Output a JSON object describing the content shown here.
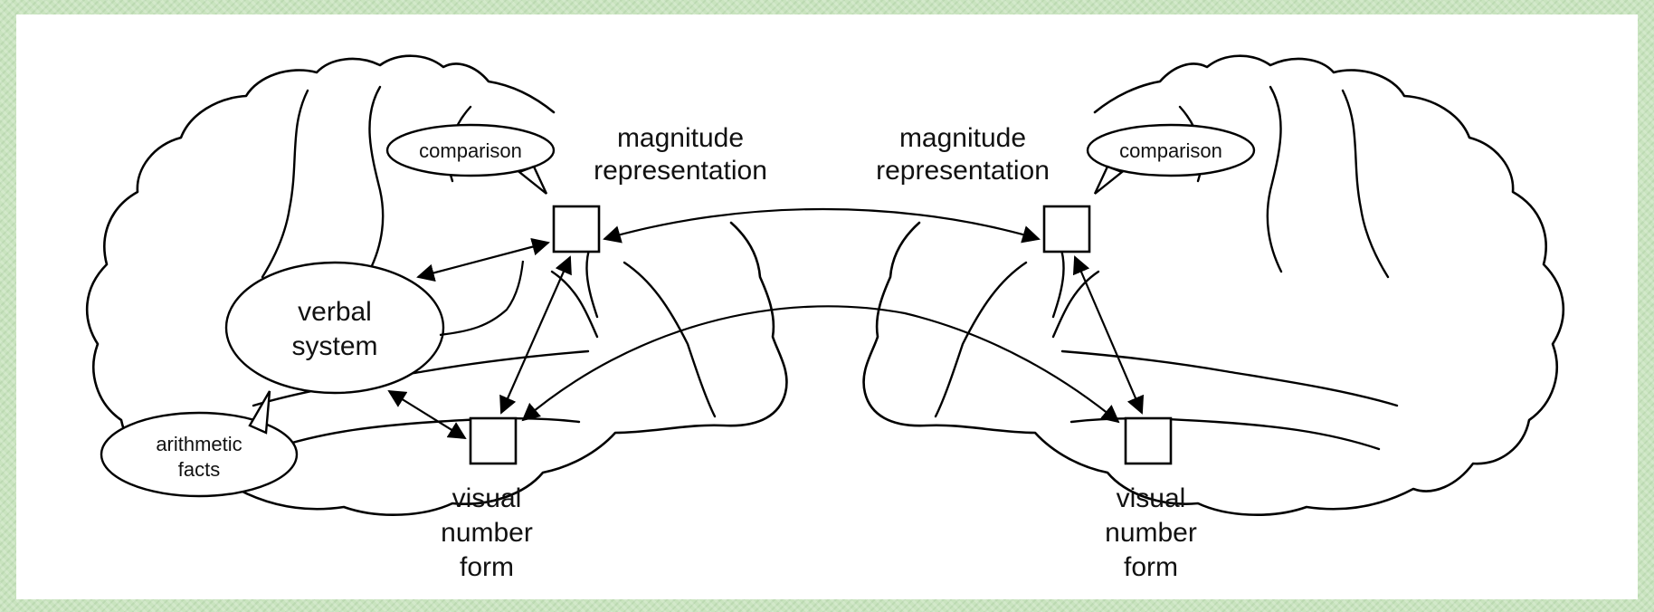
{
  "labels": {
    "comparison_left": "comparison",
    "comparison_right": "comparison",
    "magnitude_left_line1": "magnitude",
    "magnitude_left_line2": "representation",
    "magnitude_right_line1": "magnitude",
    "magnitude_right_line2": "representation",
    "verbal_line1": "verbal",
    "verbal_line2": "system",
    "arithmetic_line1": "arithmetic",
    "arithmetic_line2": "facts",
    "visual_left_line1": "visual",
    "visual_left_line2": "number",
    "visual_left_line3": "form",
    "visual_right_line1": "visual",
    "visual_right_line2": "number",
    "visual_right_line3": "form"
  },
  "colors": {
    "frame": "#c9e4bf",
    "panel": "#ffffff",
    "ink": "#000000"
  }
}
